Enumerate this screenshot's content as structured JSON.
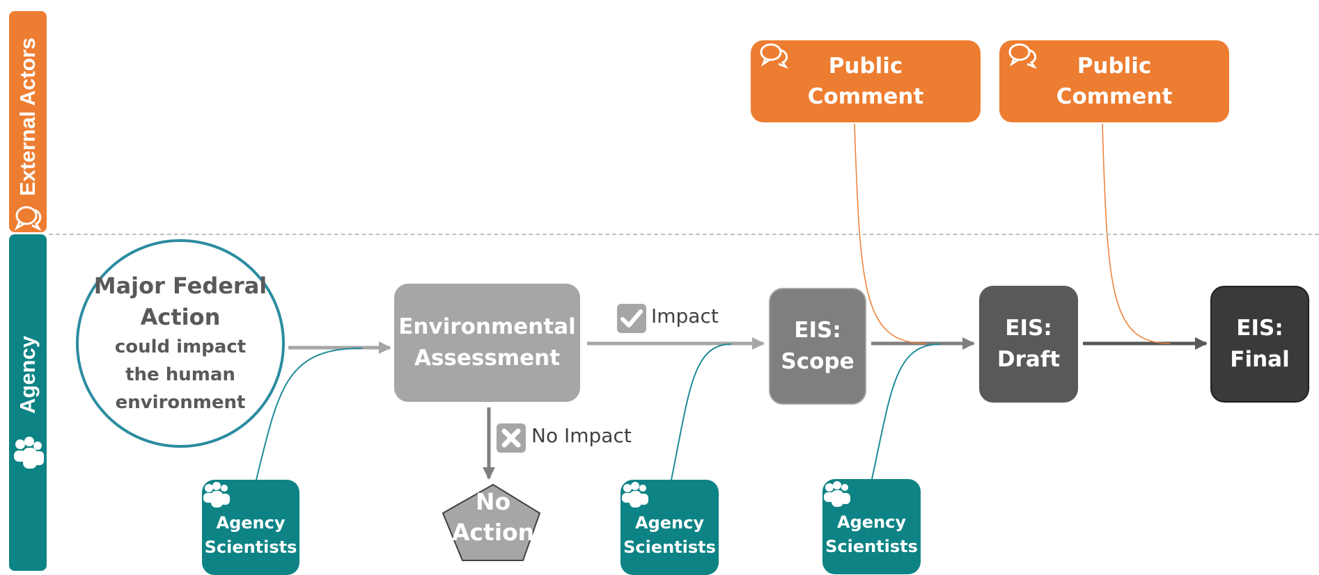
{
  "lanes": {
    "external": {
      "label": "External Actors",
      "icon": "speech-bubble-icon",
      "color": "#ED7D31"
    },
    "agency": {
      "label": "Agency",
      "icon": "people-icon",
      "color": "#0E8385"
    }
  },
  "nodes": {
    "major_federal_action": {
      "title_line1": "Major Federal",
      "title_line2": "Action",
      "sub_line1": "could impact",
      "sub_line2": "the human",
      "sub_line3": "environment"
    },
    "environmental_assessment": {
      "line1": "Environmental",
      "line2": "Assessment"
    },
    "no_action": {
      "line1": "No",
      "line2": "Action"
    },
    "eis_scope": {
      "line1": "EIS:",
      "line2": "Scope"
    },
    "eis_draft": {
      "line1": "EIS:",
      "line2": "Draft"
    },
    "eis_final": {
      "line1": "EIS:",
      "line2": "Final"
    }
  },
  "public_comments": [
    {
      "line1": "Public",
      "line2": "Comment"
    },
    {
      "line1": "Public",
      "line2": "Comment"
    }
  ],
  "agency_scientists": [
    {
      "line1": "Agency",
      "line2": "Scientists"
    },
    {
      "line1": "Agency",
      "line2": "Scientists"
    },
    {
      "line1": "Agency",
      "line2": "Scientists"
    }
  ],
  "labels": {
    "impact": "Impact",
    "no_impact": "No Impact"
  },
  "colors": {
    "orange": "#ED7D31",
    "teal": "#0E8385",
    "gray_light": "#A6A6A6",
    "gray_mid": "#7F7F7F",
    "gray_dark": "#595959",
    "gray_darkest": "#3A3A3A"
  }
}
